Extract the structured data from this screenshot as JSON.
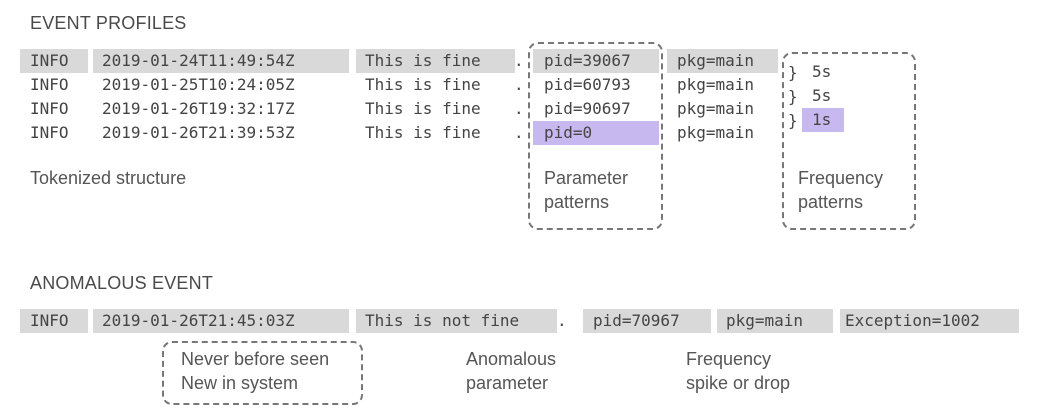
{
  "profiles": {
    "heading": "EVENT PROFILES",
    "rows": [
      {
        "level": "INFO",
        "timestamp": "2019-01-24T11:49:54Z",
        "message": "This is fine",
        "pid": "pid=39067",
        "pkg": "pkg=main",
        "freq_brace": "}",
        "freq": "5s"
      },
      {
        "level": "INFO",
        "timestamp": "2019-01-25T10:24:05Z",
        "message": "This is fine",
        "pid": "pid=60793",
        "pkg": "pkg=main",
        "freq_brace": "}",
        "freq": "5s"
      },
      {
        "level": "INFO",
        "timestamp": "2019-01-26T19:32:17Z",
        "message": "This is fine",
        "pid": "pid=90697",
        "pkg": "pkg=main",
        "freq_brace": "}",
        "freq": "1s"
      },
      {
        "level": "INFO",
        "timestamp": "2019-01-26T21:39:53Z",
        "message": "This is fine",
        "pid": "pid=0",
        "pkg": "pkg=main"
      }
    ],
    "period": ".",
    "captions": {
      "tokenized": "Tokenized structure",
      "parameter_1": "Parameter",
      "parameter_2": "patterns",
      "frequency_1": "Frequency",
      "frequency_2": "patterns"
    }
  },
  "anomalous": {
    "heading": "ANOMALOUS EVENT",
    "level": "INFO",
    "timestamp": "2019-01-26T21:45:03Z",
    "message": "This is not fine",
    "period": ".",
    "pid": "pid=70967",
    "pkg": "pkg=main",
    "exception": "Exception=1002",
    "captions": {
      "never_1": "Never before seen",
      "never_2": "New in system",
      "anom_1": "Anomalous",
      "anom_2": "parameter",
      "freq_1": "Frequency",
      "freq_2": "spike or drop"
    }
  },
  "colors": {
    "token_gray": "#d9d9d9",
    "highlight_purple": "#c8b8f0",
    "dashed_border": "#777777"
  }
}
